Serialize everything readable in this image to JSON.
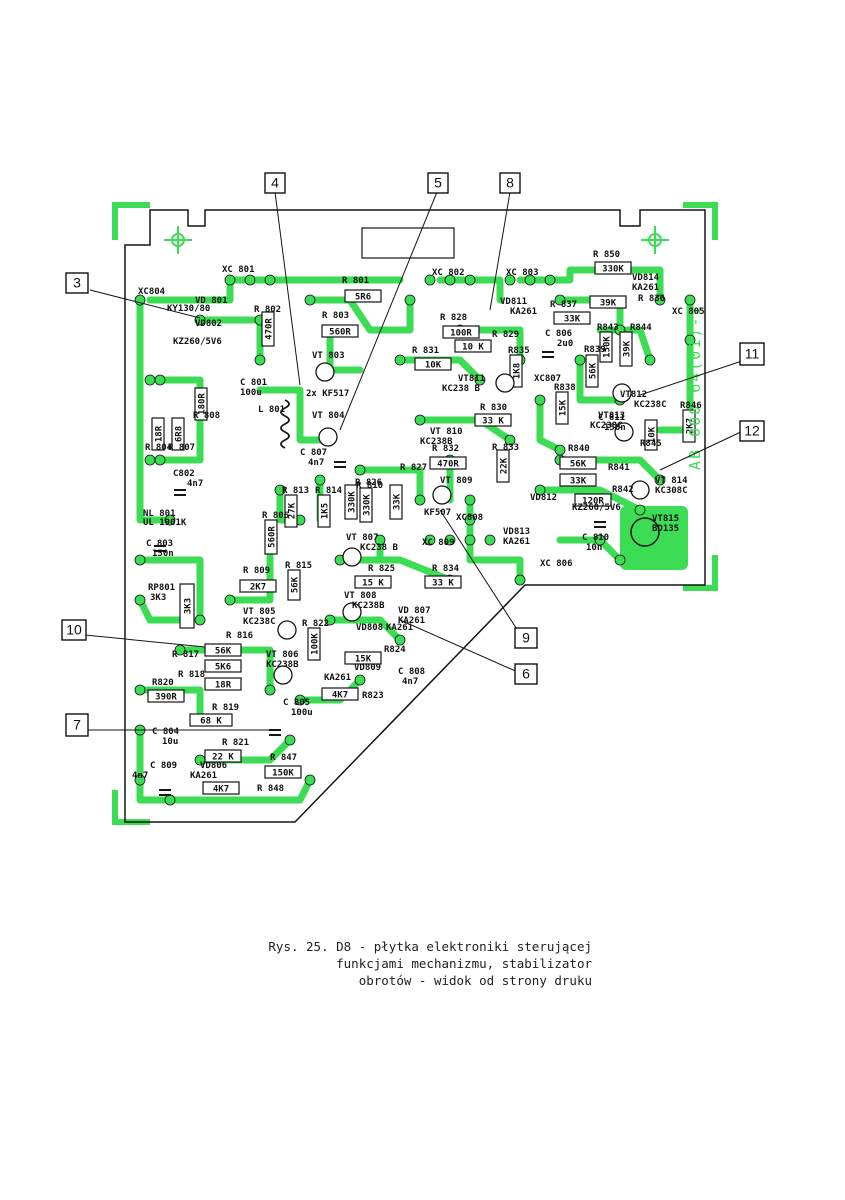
{
  "board": {
    "window_label": "",
    "serial": "AB 000 64(01)-1",
    "colors": {
      "trace": "#3ddc55",
      "ink": "#151515",
      "paper": "#ffffff"
    }
  },
  "connectors": [
    "XC 801",
    "XC 802",
    "XC 803",
    "XC804",
    "XC 805",
    "XC807",
    "XC808",
    "XC 809",
    "XC 806"
  ],
  "components": [
    {
      "ref": "R 801",
      "value": "5R6"
    },
    {
      "ref": "R 802",
      "value": "470R"
    },
    {
      "ref": "R 803",
      "value": "560R"
    },
    {
      "ref": "R 804",
      "value": "18R"
    },
    {
      "ref": "R 807",
      "value": "6R8"
    },
    {
      "ref": "R 808",
      "value": "180R"
    },
    {
      "ref": "R 806",
      "value": "560R"
    },
    {
      "ref": "R 809",
      "value": "2K7"
    },
    {
      "ref": "R 810",
      "value": "330K"
    },
    {
      "ref": "R 811",
      "value": ""
    },
    {
      "ref": "R 812",
      "value": ""
    },
    {
      "ref": "R 813",
      "value": "27K"
    },
    {
      "ref": "R 814",
      "value": "1K5"
    },
    {
      "ref": "R 815",
      "value": "56K"
    },
    {
      "ref": "R 816",
      "value": "56K"
    },
    {
      "ref": "R 817",
      "value": "5K6"
    },
    {
      "ref": "R 818",
      "value": "18R"
    },
    {
      "ref": "R 819",
      "value": "68 K"
    },
    {
      "ref": "R820",
      "value": "390R"
    },
    {
      "ref": "R 821",
      "value": "22 K"
    },
    {
      "ref": "R 822",
      "value": "100K"
    },
    {
      "ref": "R823",
      "value": "4K7"
    },
    {
      "ref": "R824",
      "value": "15K"
    },
    {
      "ref": "R 825",
      "value": "15 K"
    },
    {
      "ref": "R 826",
      "value": "330K"
    },
    {
      "ref": "R 827",
      "value": "33K"
    },
    {
      "ref": "R 828",
      "value": "100R"
    },
    {
      "ref": "R 829",
      "value": "10 K"
    },
    {
      "ref": "R 830",
      "value": "33 K"
    },
    {
      "ref": "R 831",
      "value": "10K"
    },
    {
      "ref": "R 832",
      "value": "470R"
    },
    {
      "ref": "R 833",
      "value": "22K"
    },
    {
      "ref": "R 834",
      "value": "33 K"
    },
    {
      "ref": "R835",
      "value": "1K8"
    },
    {
      "ref": "R 836",
      "value": "39K"
    },
    {
      "ref": "R 837",
      "value": "33K"
    },
    {
      "ref": "R838",
      "value": "15K"
    },
    {
      "ref": "R839",
      "value": "56K"
    },
    {
      "ref": "R840",
      "value": "56K"
    },
    {
      "ref": "R841",
      "value": "33K"
    },
    {
      "ref": "R842",
      "value": "120R"
    },
    {
      "ref": "R843",
      "value": "150K"
    },
    {
      "ref": "R844",
      "value": "39K"
    },
    {
      "ref": "R845",
      "value": "10K"
    },
    {
      "ref": "R846",
      "value": "2K7"
    },
    {
      "ref": "R 847",
      "value": "150K"
    },
    {
      "ref": "R 848",
      "value": "4K7"
    },
    {
      "ref": "R 850",
      "value": "330K"
    },
    {
      "ref": "RP801",
      "value": "3K3"
    }
  ],
  "semis": [
    {
      "ref": "VD 801",
      "type": "KY130/80"
    },
    {
      "ref": "VD802",
      "type": "KZ260/5V6"
    },
    {
      "ref": "VT 803",
      "type": "2x KF517"
    },
    {
      "ref": "VT 804",
      "type": ""
    },
    {
      "ref": "VT 805",
      "type": "KC238C"
    },
    {
      "ref": "VT 806",
      "type": "KC238B"
    },
    {
      "ref": "VT 807",
      "type": "KC238 B"
    },
    {
      "ref": "VT 808",
      "type": "KC238B"
    },
    {
      "ref": "VT 809",
      "type": "KF507"
    },
    {
      "ref": "VT 810",
      "type": "KC238B"
    },
    {
      "ref": "VT811",
      "type": "KC238 B"
    },
    {
      "ref": "VT812",
      "type": "KC238C"
    },
    {
      "ref": "VT813",
      "type": "KC238C"
    },
    {
      "ref": "VT 814",
      "type": "KC308C"
    },
    {
      "ref": "VT815",
      "type": "BD135"
    },
    {
      "ref": "VD806",
      "type": "KA261"
    },
    {
      "ref": "VD 807",
      "type": "KA261"
    },
    {
      "ref": "VD808",
      "type": "KA261"
    },
    {
      "ref": "VD809",
      "type": "KA261"
    },
    {
      "ref": "VD811",
      "type": "KA261"
    },
    {
      "ref": "VD812",
      "type": "KZ260/5V6"
    },
    {
      "ref": "VD813",
      "type": "KA261"
    },
    {
      "ref": "VD814",
      "type": "KA261"
    },
    {
      "ref": "NL 801",
      "type": "UL 1901K"
    }
  ],
  "caps": [
    {
      "ref": "C 801",
      "value": "100u"
    },
    {
      "ref": "C802",
      "value": "4n7"
    },
    {
      "ref": "C 803",
      "value": "150n"
    },
    {
      "ref": "C 804",
      "value": "10u"
    },
    {
      "ref": "C 805",
      "value": "100u"
    },
    {
      "ref": "C 806",
      "value": "2u0"
    },
    {
      "ref": "C 807",
      "value": "4n7"
    },
    {
      "ref": "C 808",
      "value": "4n7"
    },
    {
      "ref": "C 809",
      "value": "4n7"
    },
    {
      "ref": "C 810",
      "value": "10n"
    },
    {
      "ref": "C 811",
      "value": "150n"
    },
    {
      "ref": "L 801",
      "value": ""
    }
  ],
  "callouts": [
    "3",
    "4",
    "5",
    "8",
    "10",
    "7",
    "11",
    "12",
    "9",
    "6"
  ],
  "caption": {
    "line1": "Rys. 25. D8 - płytka elektroniki sterującej",
    "line2": "funkcjami mechanizmu, stabilizator",
    "line3": "obrotów - widok od strony druku"
  }
}
